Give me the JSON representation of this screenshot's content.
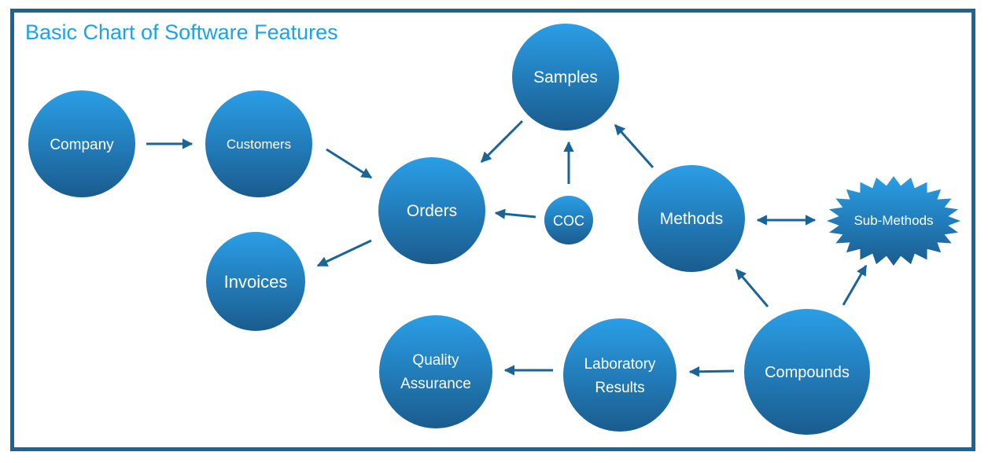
{
  "title": "Basic Chart of Software Features",
  "colors": {
    "frame": "#1a6496",
    "title": "#1aa3e8",
    "node_top": "#2b9ee6",
    "node_bottom": "#1a5c8e",
    "arrow": "#1a6496",
    "label": "#ffffff"
  },
  "nodes": {
    "company": {
      "label": "Company",
      "shape": "circle"
    },
    "customers": {
      "label": "Customers",
      "shape": "circle"
    },
    "orders": {
      "label": "Orders",
      "shape": "circle"
    },
    "invoices": {
      "label": "Invoices",
      "shape": "circle"
    },
    "samples": {
      "label": "Samples",
      "shape": "circle"
    },
    "coc": {
      "label": "COC",
      "shape": "circle"
    },
    "methods": {
      "label": "Methods",
      "shape": "circle"
    },
    "sub_methods": {
      "label": "Sub-Methods",
      "shape": "starburst"
    },
    "compounds": {
      "label": "Compounds",
      "shape": "circle"
    },
    "laboratory_results": {
      "label": "Laboratory Results",
      "label_lines": [
        "Laboratory",
        "Results"
      ],
      "shape": "circle"
    },
    "quality_assurance": {
      "label": "Quality Assurance",
      "label_lines": [
        "Quality",
        "Assurance"
      ],
      "shape": "circle"
    }
  },
  "edges": [
    {
      "from": "company",
      "to": "customers",
      "direction": "forward"
    },
    {
      "from": "customers",
      "to": "orders",
      "direction": "forward"
    },
    {
      "from": "orders",
      "to": "invoices",
      "direction": "forward"
    },
    {
      "from": "samples",
      "to": "orders",
      "direction": "forward"
    },
    {
      "from": "coc",
      "to": "orders",
      "direction": "forward"
    },
    {
      "from": "coc",
      "to": "samples",
      "direction": "forward"
    },
    {
      "from": "methods",
      "to": "samples",
      "direction": "forward"
    },
    {
      "from": "methods",
      "to": "sub_methods",
      "direction": "both"
    },
    {
      "from": "compounds",
      "to": "methods",
      "direction": "forward"
    },
    {
      "from": "compounds",
      "to": "sub_methods",
      "direction": "forward"
    },
    {
      "from": "compounds",
      "to": "laboratory_results",
      "direction": "forward"
    },
    {
      "from": "laboratory_results",
      "to": "quality_assurance",
      "direction": "forward"
    }
  ]
}
